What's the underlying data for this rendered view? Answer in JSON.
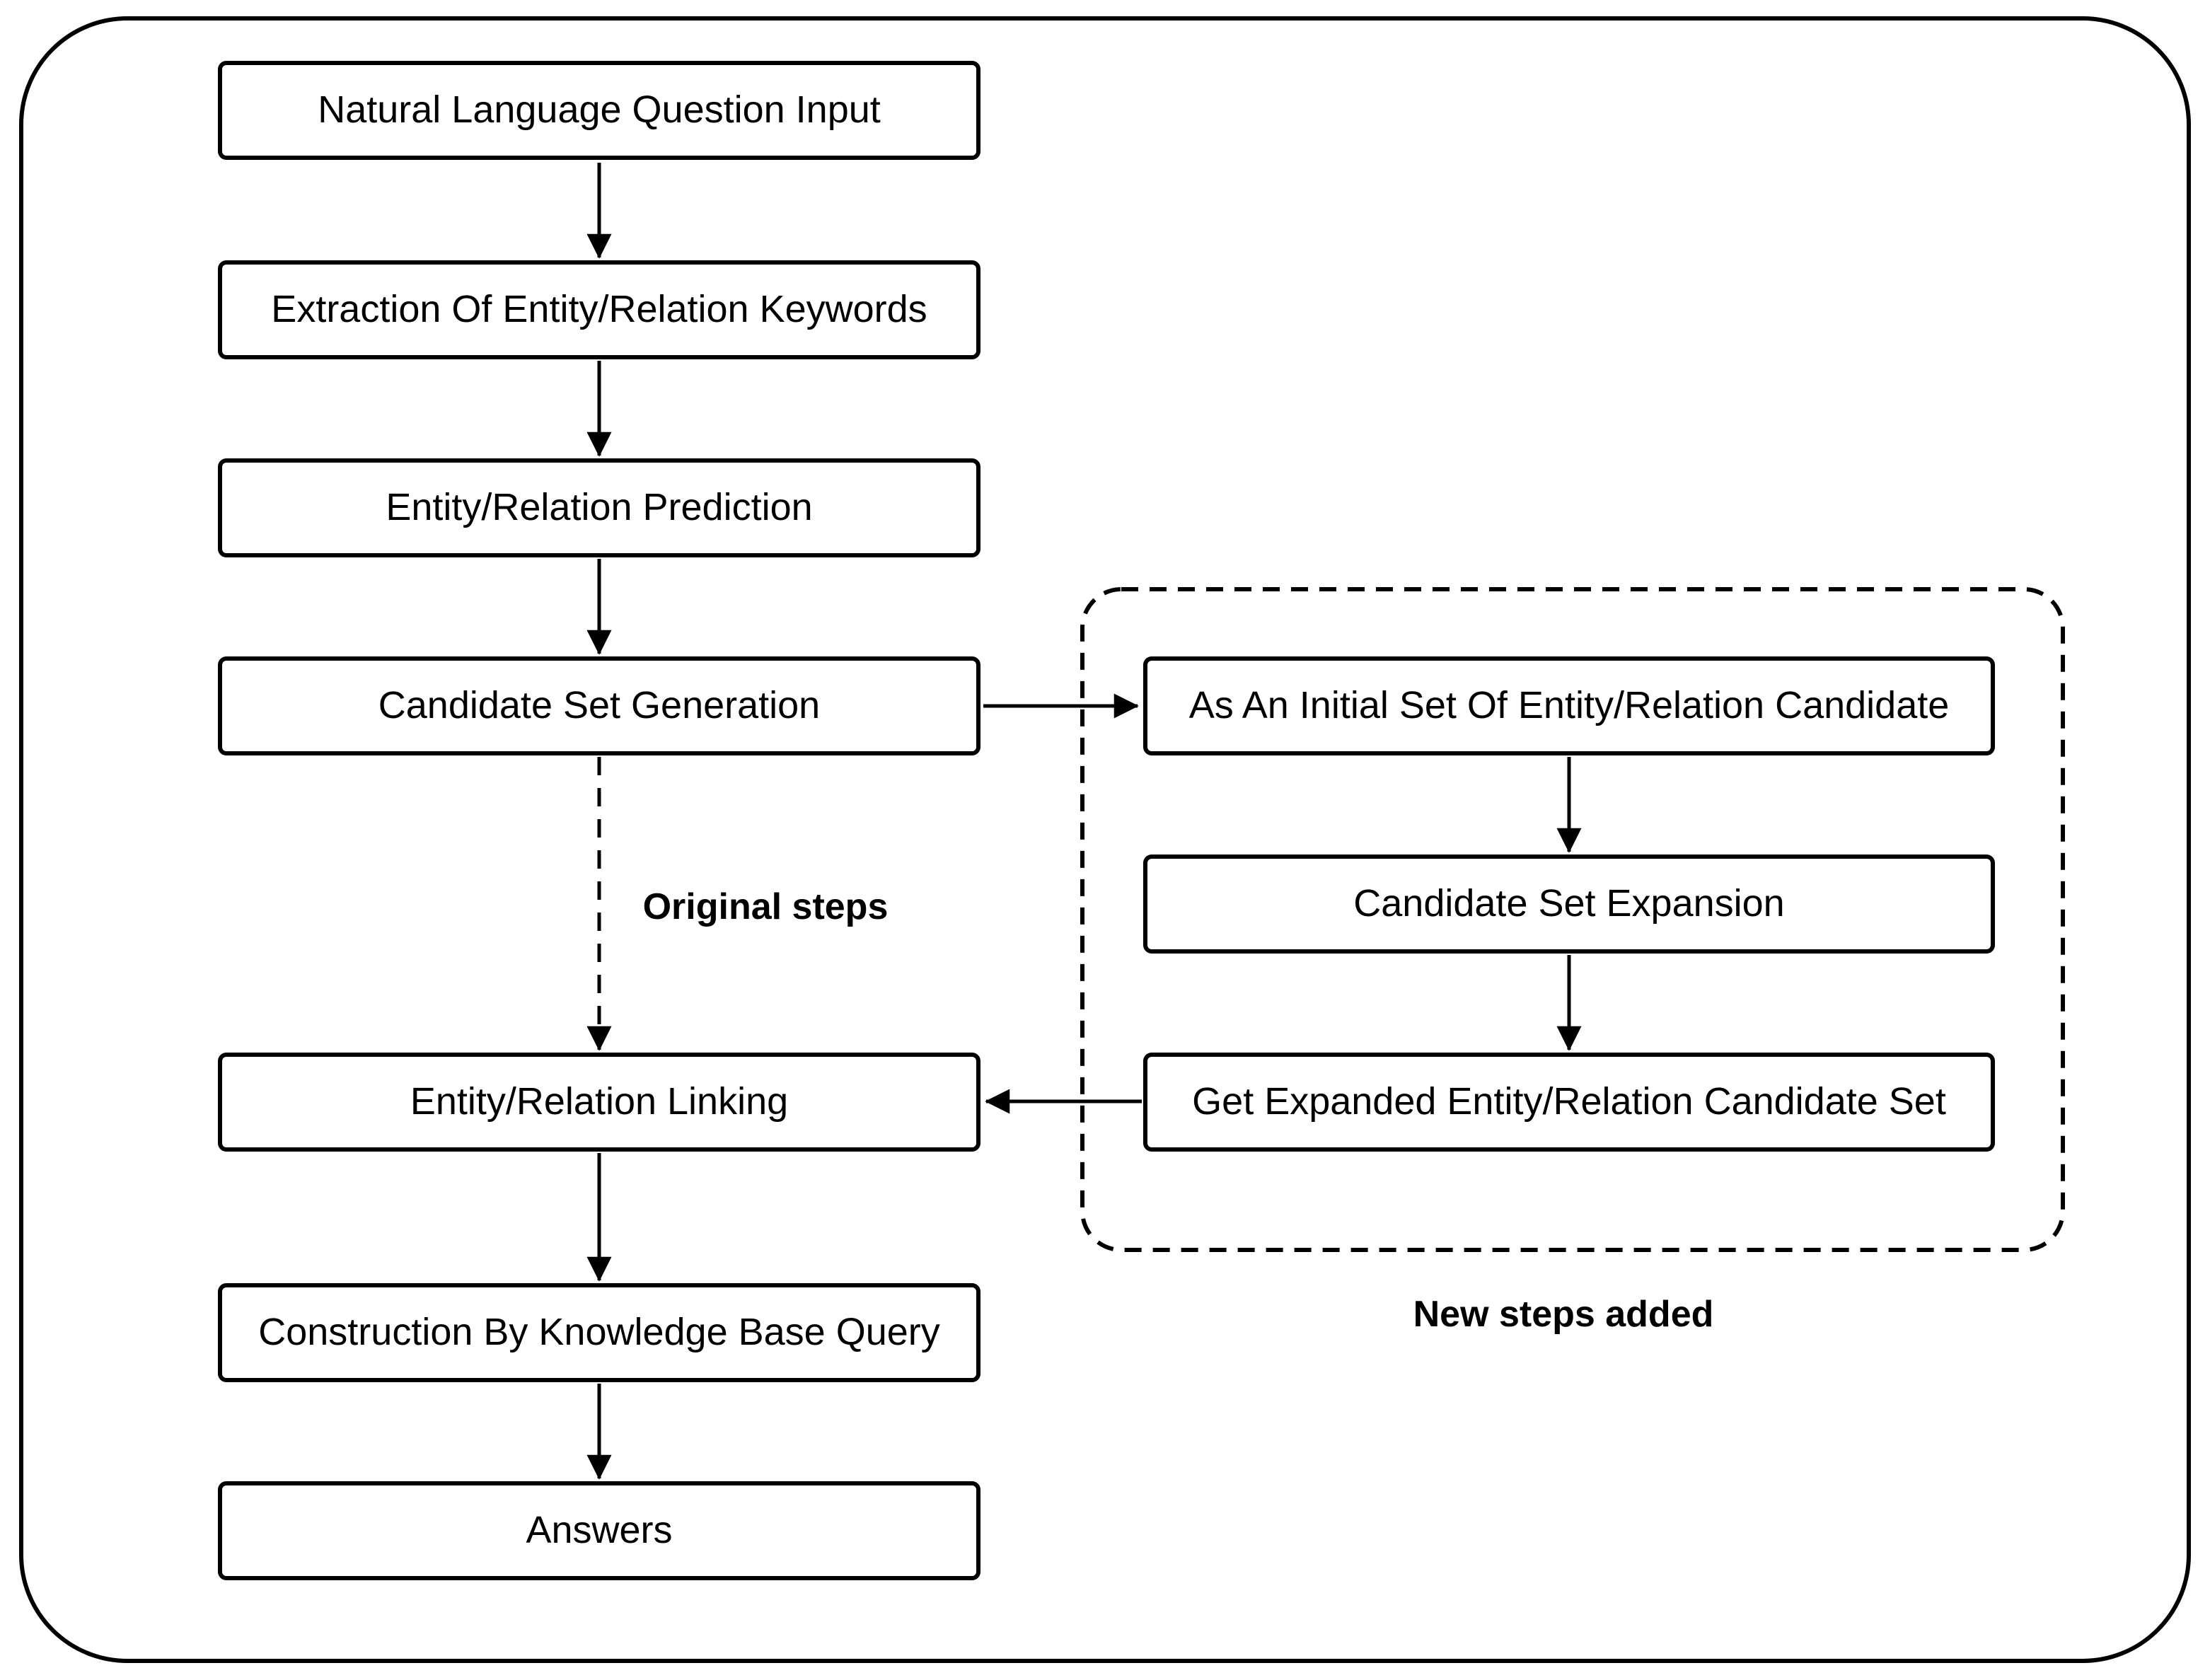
{
  "diagram": {
    "main_flow": [
      {
        "label": "Natural Language Question Input"
      },
      {
        "label": "Extraction Of Entity/Relation Keywords"
      },
      {
        "label": "Entity/Relation Prediction"
      },
      {
        "label": "Candidate Set Generation"
      },
      {
        "label": "Entity/Relation Linking"
      },
      {
        "label": "Construction By Knowledge Base Query"
      },
      {
        "label": "Answers"
      }
    ],
    "new_steps_flow": [
      {
        "label": "As An Initial Set Of Entity/Relation Candidate"
      },
      {
        "label": "Candidate Set Expansion"
      },
      {
        "label": "Get Expanded Entity/Relation Candidate Set"
      }
    ],
    "annotations": {
      "original_steps": "Original steps",
      "new_steps": "New steps added"
    },
    "colors": {
      "line": "#000000",
      "text": "#000000",
      "box_background": "#ffffff",
      "page_background": "#ffffff"
    }
  }
}
